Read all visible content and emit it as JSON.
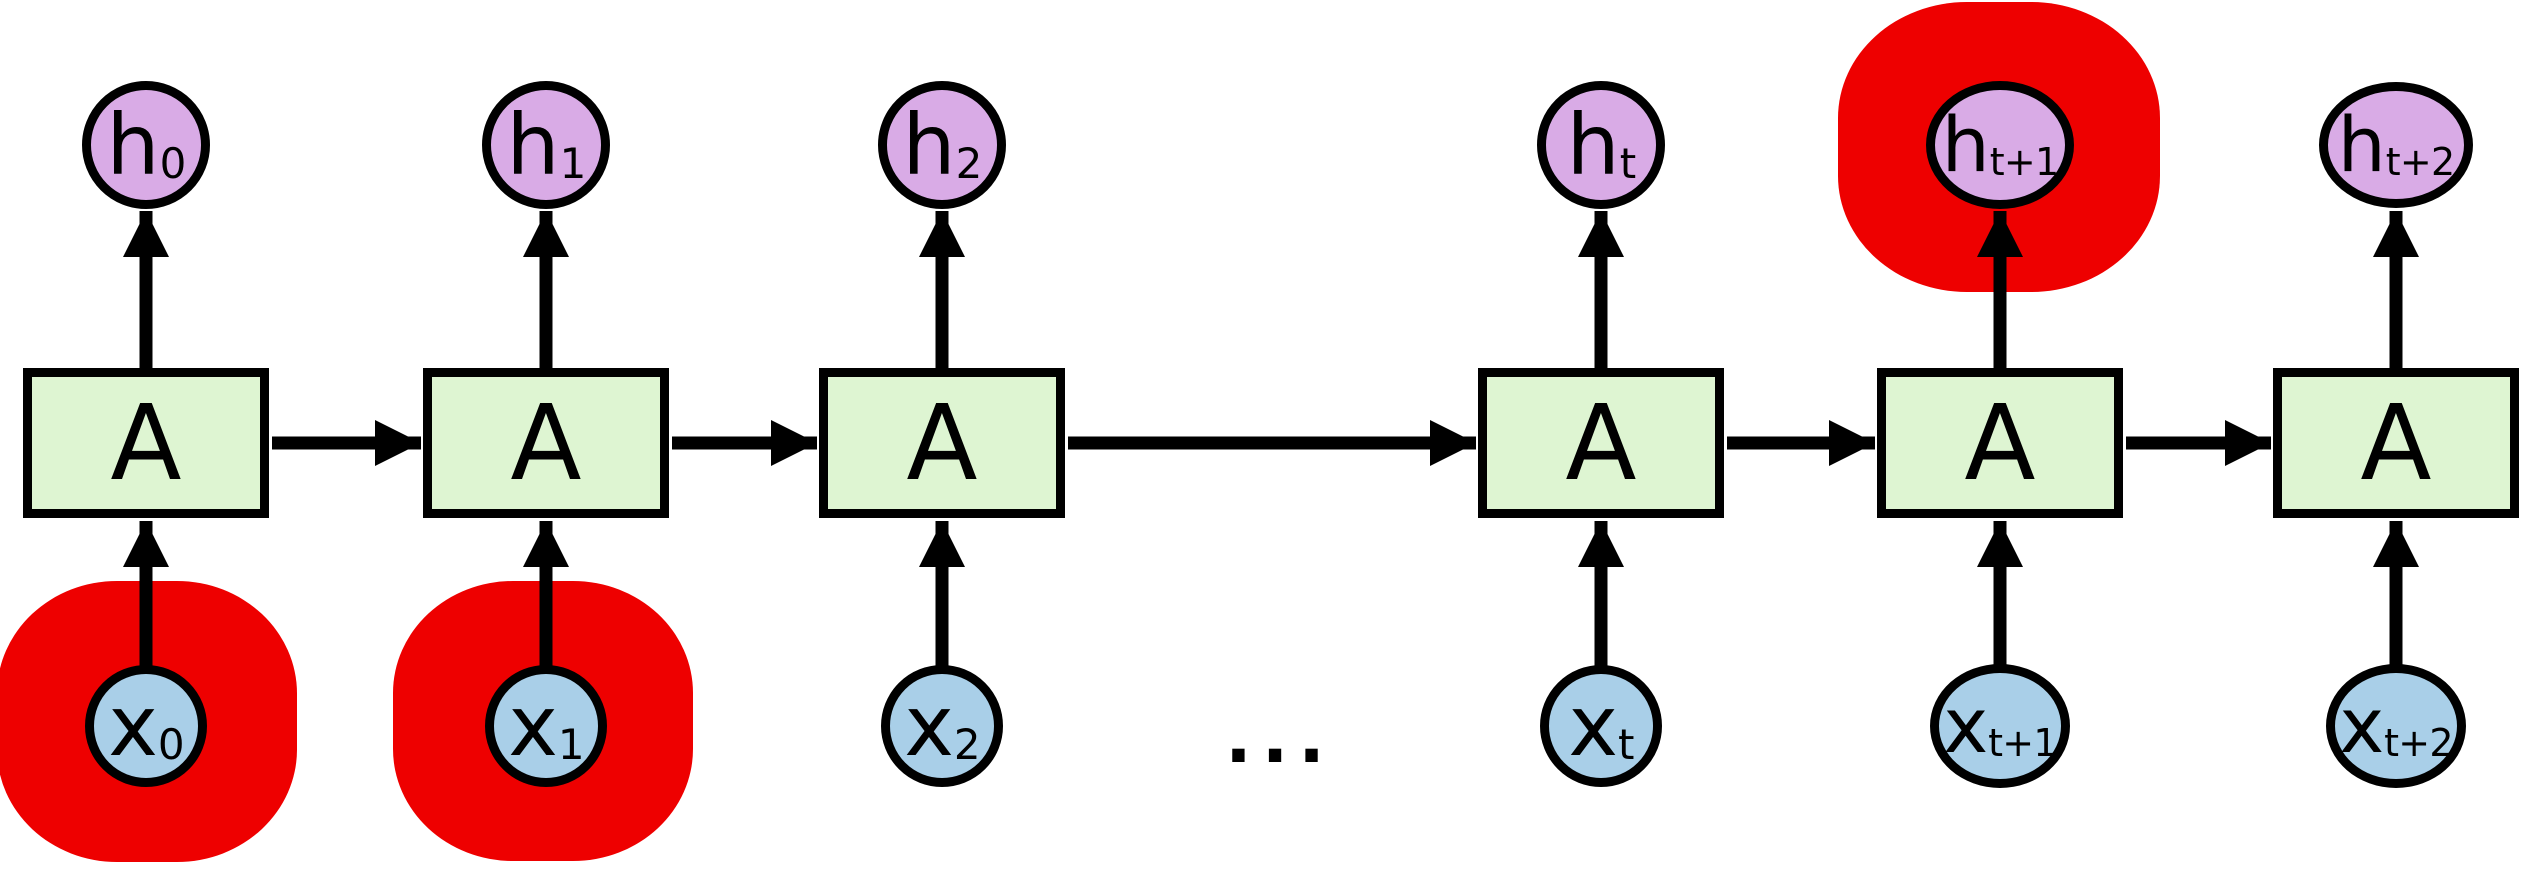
{
  "diagram": {
    "type": "unrolled-recurrent-network",
    "cell_label": "A",
    "ellipsis": "...",
    "highlighted": [
      "x0",
      "x1",
      "h_t+1"
    ],
    "columns": [
      {
        "id": "0",
        "h_base": "h",
        "h_sub": "0",
        "x_base": "x",
        "x_sub": "0"
      },
      {
        "id": "1",
        "h_base": "h",
        "h_sub": "1",
        "x_base": "x",
        "x_sub": "1"
      },
      {
        "id": "2",
        "h_base": "h",
        "h_sub": "2",
        "x_base": "x",
        "x_sub": "2"
      },
      {
        "id": "t",
        "h_base": "h",
        "h_sub": "t",
        "x_base": "x",
        "x_sub": "t"
      },
      {
        "id": "t+1",
        "h_base": "h",
        "h_sub": "t+1",
        "x_base": "x",
        "x_sub": "t+1"
      },
      {
        "id": "t+2",
        "h_base": "h",
        "h_sub": "t+2",
        "x_base": "x",
        "x_sub": "t+2"
      }
    ],
    "colors": {
      "cell_fill": "#def5d2",
      "hidden_fill": "#d9abe6",
      "input_fill": "#a9cfe8",
      "highlight": "#ee0000",
      "stroke": "#000000"
    }
  }
}
